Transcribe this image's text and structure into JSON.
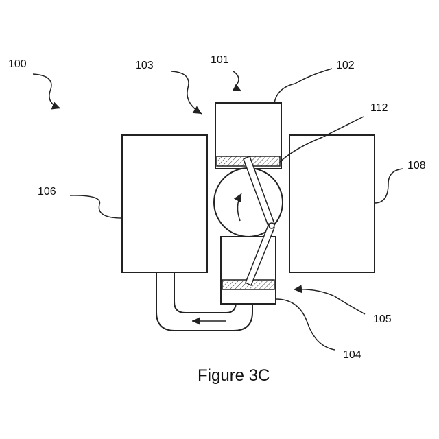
{
  "labels": {
    "ref_100": "100",
    "ref_101": "101",
    "ref_102": "102",
    "ref_103": "103",
    "ref_104": "104",
    "ref_105": "105",
    "ref_106": "106",
    "ref_108": "108",
    "ref_112": "112"
  },
  "caption": "Figure 3C",
  "colors": {
    "outline": "#1a1a1a",
    "fill": "#ffffff"
  }
}
